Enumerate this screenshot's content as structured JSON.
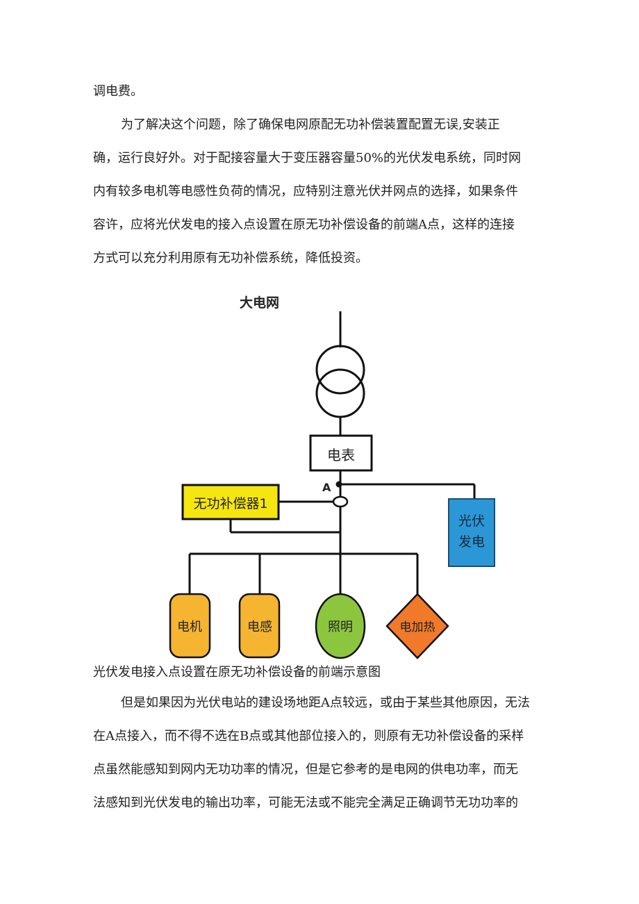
{
  "paragraphs": {
    "p1_line1": "调电费。",
    "p2": [
      "为了解决这个问题，除了确保电网原配无功补偿装置配置无误,安装正",
      "确，运行良好外。对于配接容量大于变压器容量50%的光伏发电系统，同时网",
      "内有较多电机等电感性负荷的情况，应特别注意光伏并网点的选择，如果条件",
      "容许，应将光伏发电的接入点设置在原无功补偿设备的前端A点，这样的连接",
      "方式可以充分利用原有无功补偿系统，降低投资。"
    ],
    "p3": [
      "但是如果因为光伏电站的建设场地距A点较远，或由于某些其他原因，无法",
      "在A点接入，而不得不选在B点或其他部位接入的，则原有无功补偿设备的采样",
      "点虽然能感知到网内无功功率的情况，但是它参考的是电网的供电功率，而无",
      "法感知到光伏发电的输出功率，可能无法或不能完全满足正确调节无功功率的"
    ]
  },
  "diagram": {
    "grid_label": "大电网",
    "meter_label": "电表",
    "point_label": "A",
    "compensator_label": "无功补偿器1",
    "pv_label_line1": "光伏",
    "pv_label_line2": "发电",
    "loads": {
      "motor": "电机",
      "inductor": "电感",
      "lighting": "照明",
      "heater": "电加热"
    },
    "colors": {
      "compensator": "#f5e60f",
      "pv": "#2b97d6",
      "motor": "#f5b531",
      "inductor": "#f5b531",
      "lighting": "#8cc63f",
      "heater": "#f07a2a"
    }
  },
  "caption": "光伏发电接入点设置在原无功补偿设备的前端示意图"
}
